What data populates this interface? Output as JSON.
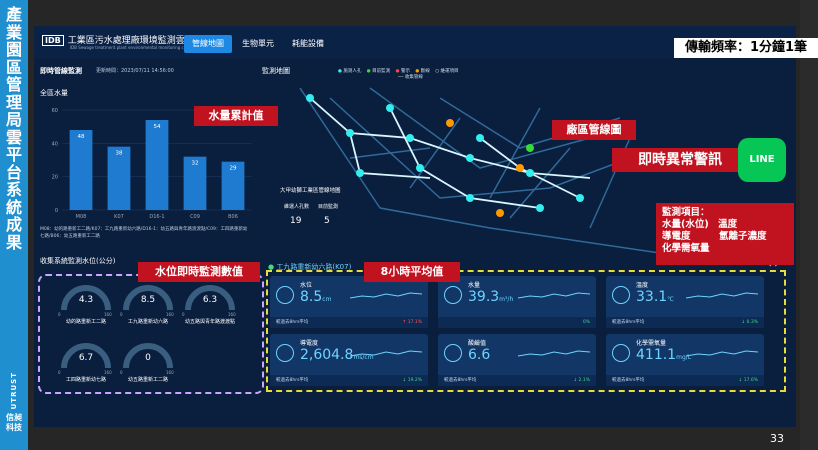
{
  "sidebar": {
    "title": "產業園區管理局雲平台系統成果",
    "logo": "UTRUST",
    "company": "信昶科技"
  },
  "header": {
    "logo": "IDB",
    "title": "工業區污水處理廠環境監測雲平台",
    "subtitle": "IDB Sewage treatment plant environmental monitoring cloud platform",
    "tabs": [
      "管線地圖",
      "生物單元",
      "耗能設備"
    ]
  },
  "rate": "傳輸頻率：1分鐘1筆",
  "left": {
    "section": "即時管線監測",
    "updated": "更新時間：2023/07/11 14:56:00",
    "chart_title": "全區水量",
    "legend": "M08：幼的路重新工二路/K07：工九路重新幼六路/D16-1：幼五路與青年路渡渡點/C09：工四路重新幼七路/B06：幼五路重新工二路"
  },
  "chart_data": {
    "type": "bar",
    "categories": [
      "M08",
      "K07",
      "D16-1",
      "C09",
      "B06"
    ],
    "values": [
      48,
      38,
      54,
      32,
      29
    ],
    "ylim": [
      0,
      60
    ],
    "yticks": [
      "60",
      "40",
      "20",
      "0"
    ]
  },
  "gauges_title": "收集系統監測水位(公分)",
  "gauges": [
    {
      "value": "4.3",
      "max": "160",
      "label": "幼的路重新工二路"
    },
    {
      "value": "8.5",
      "max": "160",
      "label": "工九路重新幼六路"
    },
    {
      "value": "6.3",
      "max": "160",
      "label": "幼五路與青年路渡渡點"
    },
    {
      "value": "6.7",
      "max": "160",
      "label": "工四路重新幼七路"
    },
    {
      "value": "0",
      "max": "160",
      "label": "幼五路重新工二路"
    }
  ],
  "map": {
    "title": "監測地圖",
    "legend": [
      "施測人孔",
      "目前監測",
      "警示",
      "斷線",
      "維運項目"
    ],
    "legend2": "收集管線",
    "box_title": "大甲幼獅工業區管線地圖",
    "box_h1": "維運人孔數",
    "box_h2": "目前監測",
    "box_v1": "19",
    "box_v2": "5"
  },
  "station": "工九路重新幼六路(K07)",
  "cards": [
    {
      "title": "水位",
      "value": "8.5",
      "unit": "cm",
      "foot": "較過去8hrs平均",
      "delta": "↑ 17.1%",
      "up": true
    },
    {
      "title": "水量",
      "value": "39.3",
      "unit": "m³/h",
      "foot": "",
      "delta": "0%",
      "up": false
    },
    {
      "title": "溫度",
      "value": "33.1",
      "unit": "℃",
      "foot": "較過去8hrs平均",
      "delta": "↓ 0.3%",
      "up": false
    },
    {
      "title": "導電度",
      "value": "2,604.8",
      "unit": "ms/cm",
      "foot": "較過去8hrs平均",
      "delta": "↓ 19.2%",
      "up": false
    },
    {
      "title": "酸鹼值",
      "value": "6.6",
      "unit": "",
      "foot": "較過去8hrs平均",
      "delta": "↓ 2.1%",
      "up": false
    },
    {
      "title": "化學需氧量",
      "value": "411.1",
      "unit": "mg/L",
      "foot": "較過去8hrs平均",
      "delta": "↓ 17.6%",
      "up": false
    }
  ],
  "callouts": {
    "water": "水量累計值",
    "level": "水位即時監測數值",
    "avg": "8小時平均值",
    "map": "廠區管線圖",
    "alert": "即時異常警訊"
  },
  "line": "LINE",
  "monitor": {
    "title": "監測項目：",
    "l1": "水量(水位)　溫度",
    "l2": "導電度　　　氫離子濃度",
    "l3": "化學需氧量"
  },
  "page": "33"
}
